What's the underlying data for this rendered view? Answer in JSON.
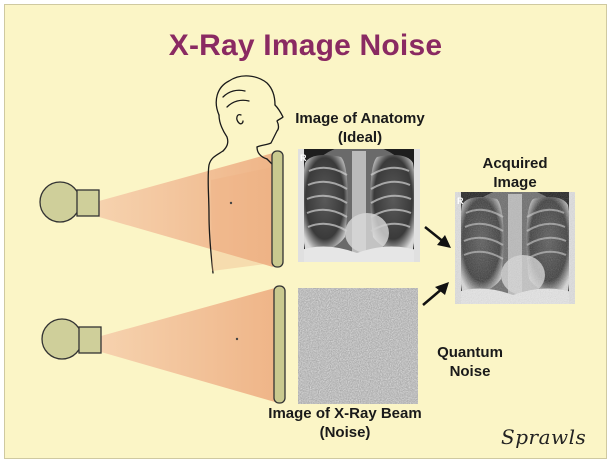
{
  "slide": {
    "title": "X-Ray Image Noise",
    "signature": "Sprawls"
  },
  "labels": {
    "anatomy_line1": "Image of Anatomy",
    "anatomy_line2": "(Ideal)",
    "acquired_line1": "Acquired",
    "acquired_line2": "Image",
    "quantum_line1": "Quantum",
    "quantum_line2": "Noise",
    "beam_line1": "Image of X-Ray Beam",
    "beam_line2": "(Noise)"
  },
  "colors": {
    "background": "#fbf5c6",
    "title": "#8a2a62",
    "tube": "#cfcf9a",
    "beam": "#f2b98c",
    "detector": "#c9c98f"
  }
}
